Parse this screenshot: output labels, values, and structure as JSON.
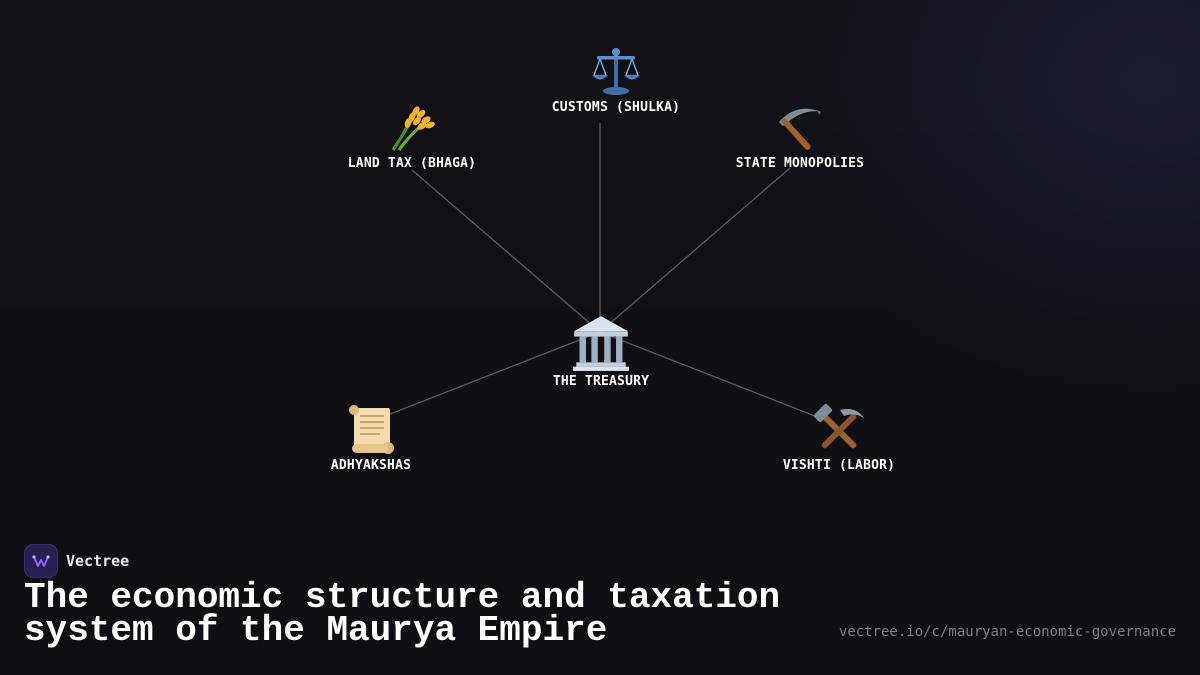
{
  "diagram": {
    "center": {
      "label": "THE TREASURY",
      "icon": "classical-building-icon"
    },
    "branches": [
      {
        "id": "customs",
        "label": "CUSTOMS (SHULKA)",
        "icon": "balance-scale-icon"
      },
      {
        "id": "land-tax",
        "label": "LAND TAX (BHAGA)",
        "icon": "sheaf-of-rice-icon"
      },
      {
        "id": "monopolies",
        "label": "STATE MONOPOLIES",
        "icon": "pick-icon"
      },
      {
        "id": "adhyakshas",
        "label": "ADHYAKSHAS",
        "icon": "scroll-icon"
      },
      {
        "id": "vishti",
        "label": "VISHTI (LABOR)",
        "icon": "hammer-and-pick-icon"
      }
    ],
    "line_color": "#5a5a60"
  },
  "brand": {
    "name": "Vectree",
    "icon": "vectree-logo-icon",
    "accent": "#8b5cf6"
  },
  "title": {
    "line1": "The economic structure and taxation",
    "line2": "system of the Maurya Empire"
  },
  "url": "vectree.io/c/mauryan-economic-governance",
  "colors": {
    "background": "#111116",
    "text": "#ffffff",
    "muted": "#7c7c84"
  }
}
